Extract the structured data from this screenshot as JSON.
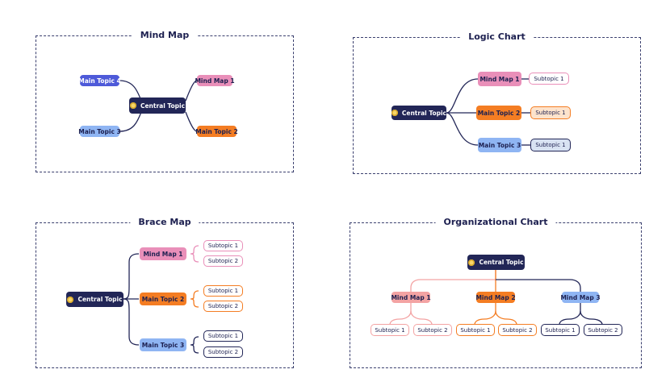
{
  "colors": {
    "navy": "#222657",
    "pink": "#e98fb9",
    "orange": "#f47d23",
    "blue": "#8fb5f3",
    "purple": "#4e5ad9",
    "peach_bg": "#fde3cc",
    "lilac_bg": "#d8e2f2",
    "salmon": "#f3a3a3"
  },
  "icon": "lightbulb-dot-icon",
  "mind_map": {
    "title": "Mind Map",
    "central": "Central Topic",
    "nodes": [
      "Main Topic 4",
      "Mind Map 1",
      "Main Topic 3",
      "Main Topic 2"
    ]
  },
  "logic_chart": {
    "title": "Logic Chart",
    "central": "Central Topic",
    "mains": [
      "Mind Map 1",
      "Main Topic 2",
      "Main Topic 3"
    ],
    "subs": [
      "Subtopic 1",
      "Subtopic 1",
      "Subtopic 1"
    ]
  },
  "brace_map": {
    "title": "Brace Map",
    "central": "Central Topic",
    "mains": [
      "Mind Map 1",
      "Main Topic  2",
      "Main Topic  3"
    ],
    "subs": [
      "Subtopic 1",
      "Subtopic 2",
      "Subtopic 1",
      "Subtopic 2",
      "Subtopic 1",
      "Subtopic 2"
    ]
  },
  "org_chart": {
    "title": "Organizational Chart",
    "central": "Central Topic",
    "mains": [
      "Mind Map 1",
      "Mind Map 2",
      "Mind Map 3"
    ],
    "subs": [
      "Subtopic 1",
      "Subtopic 2",
      "Subtopic 1",
      "Subtopic 2",
      "Subtopic 1",
      "Subtopic 2"
    ]
  }
}
